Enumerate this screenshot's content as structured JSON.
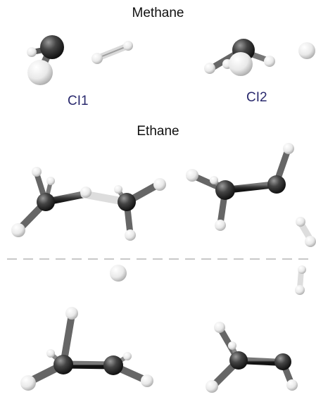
{
  "labels": {
    "methane": "Methane",
    "ethane": "Ethane",
    "ci1": "CI1",
    "ci2": "CI2"
  },
  "colors": {
    "carbon": "#3a3a3a",
    "hydrogen": "#f2f2f2",
    "label": "#2a2a6e",
    "divider": "#c8c8c8"
  }
}
